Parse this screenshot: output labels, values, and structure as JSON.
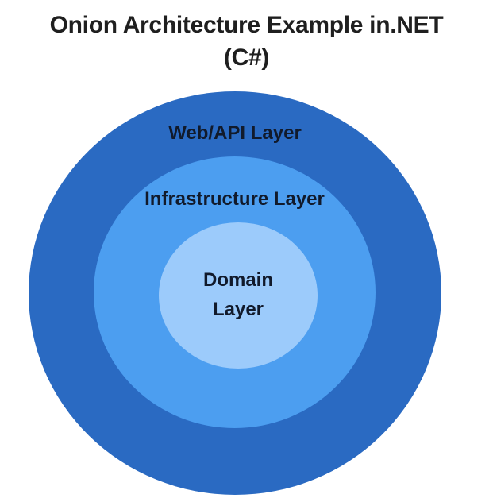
{
  "page": {
    "background": "#FFFFFF"
  },
  "title": {
    "line1": "Onion Architecture Example in.NET",
    "line2": "(C#)",
    "color": "#1F1F1F"
  },
  "onion": {
    "type": "concentric-layers-diagram",
    "text_color": "#111A2B",
    "layers": [
      {
        "name": "web-api",
        "label": "Web/API Layer",
        "color": "#2A6AC2"
      },
      {
        "name": "infrastructure",
        "label": "Infrastructure Layer",
        "color": "#4C9EF0"
      },
      {
        "name": "domain",
        "label": "Domain Layer",
        "lines": [
          "Domain",
          "Layer"
        ],
        "color": "#9CCBFB"
      }
    ]
  }
}
